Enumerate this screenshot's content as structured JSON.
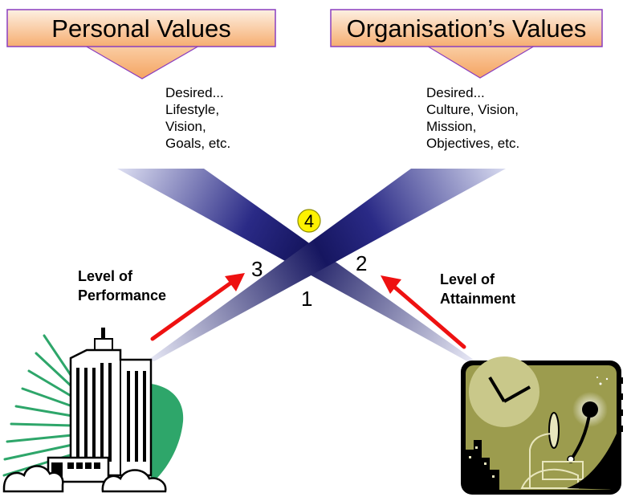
{
  "headers": {
    "personal": "Personal Values",
    "organisation": "Organisation’s Values"
  },
  "personal_desc": [
    "Desired...",
    "Lifestyle,",
    "Vision,",
    "Goals, etc."
  ],
  "organisation_desc": [
    "Desired...",
    "Culture, Vision,",
    "Mission,",
    "Objectives, etc."
  ],
  "labels": {
    "performance": [
      "Level of",
      "Performance"
    ],
    "attainment": [
      "Level of",
      "Attainment"
    ]
  },
  "numbers": {
    "n1": "1",
    "n2": "2",
    "n3": "3",
    "n4": "4"
  },
  "colors": {
    "header_fill_top": "#fbe6cf",
    "header_fill_bottom": "#f7b57c",
    "header_border": "#8a3fc0",
    "beam_dark": "#1e1e6e",
    "beam_light": "#c8cbe8",
    "arrow_red": "#ee1111",
    "badge_fill": "#fff200",
    "building_green": "#2ea66a",
    "clip_olive": "#9c9c4e"
  },
  "icons": {
    "left_clipart": "office-building-icon",
    "right_clipart": "clock-planet-night-scene-icon"
  }
}
